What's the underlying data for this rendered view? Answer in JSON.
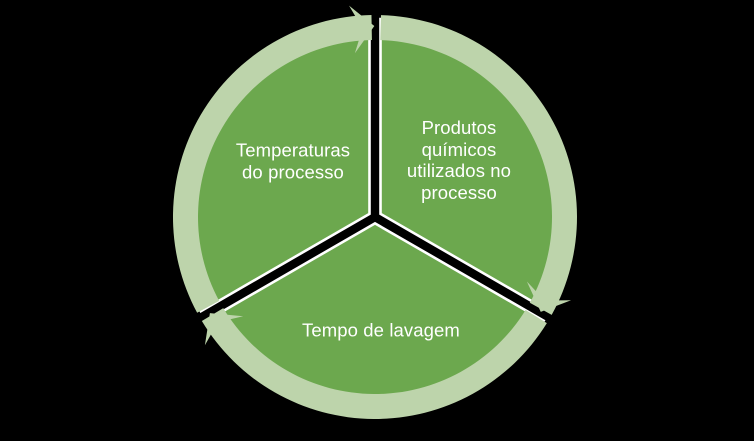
{
  "diagram": {
    "type": "segmented-cycle",
    "direction": "clockwise",
    "segment_count": 3,
    "background_color": "#000000",
    "colors": {
      "segment_fill": "#6CA84E",
      "segment_outline": "#FFFFFF",
      "arrow_ring": "#BDD4AB",
      "label_text": "#FFFFFF"
    },
    "segments": [
      {
        "id": "temperaturas",
        "position": "left",
        "label": "Temperaturas\ndo processo"
      },
      {
        "id": "produtos-quimicos",
        "position": "right",
        "label": "Produtos\nquímicos\nutilizados no\nprocesso"
      },
      {
        "id": "tempo-lavagem",
        "position": "bottom",
        "label": "Tempo de lavagem"
      }
    ]
  }
}
